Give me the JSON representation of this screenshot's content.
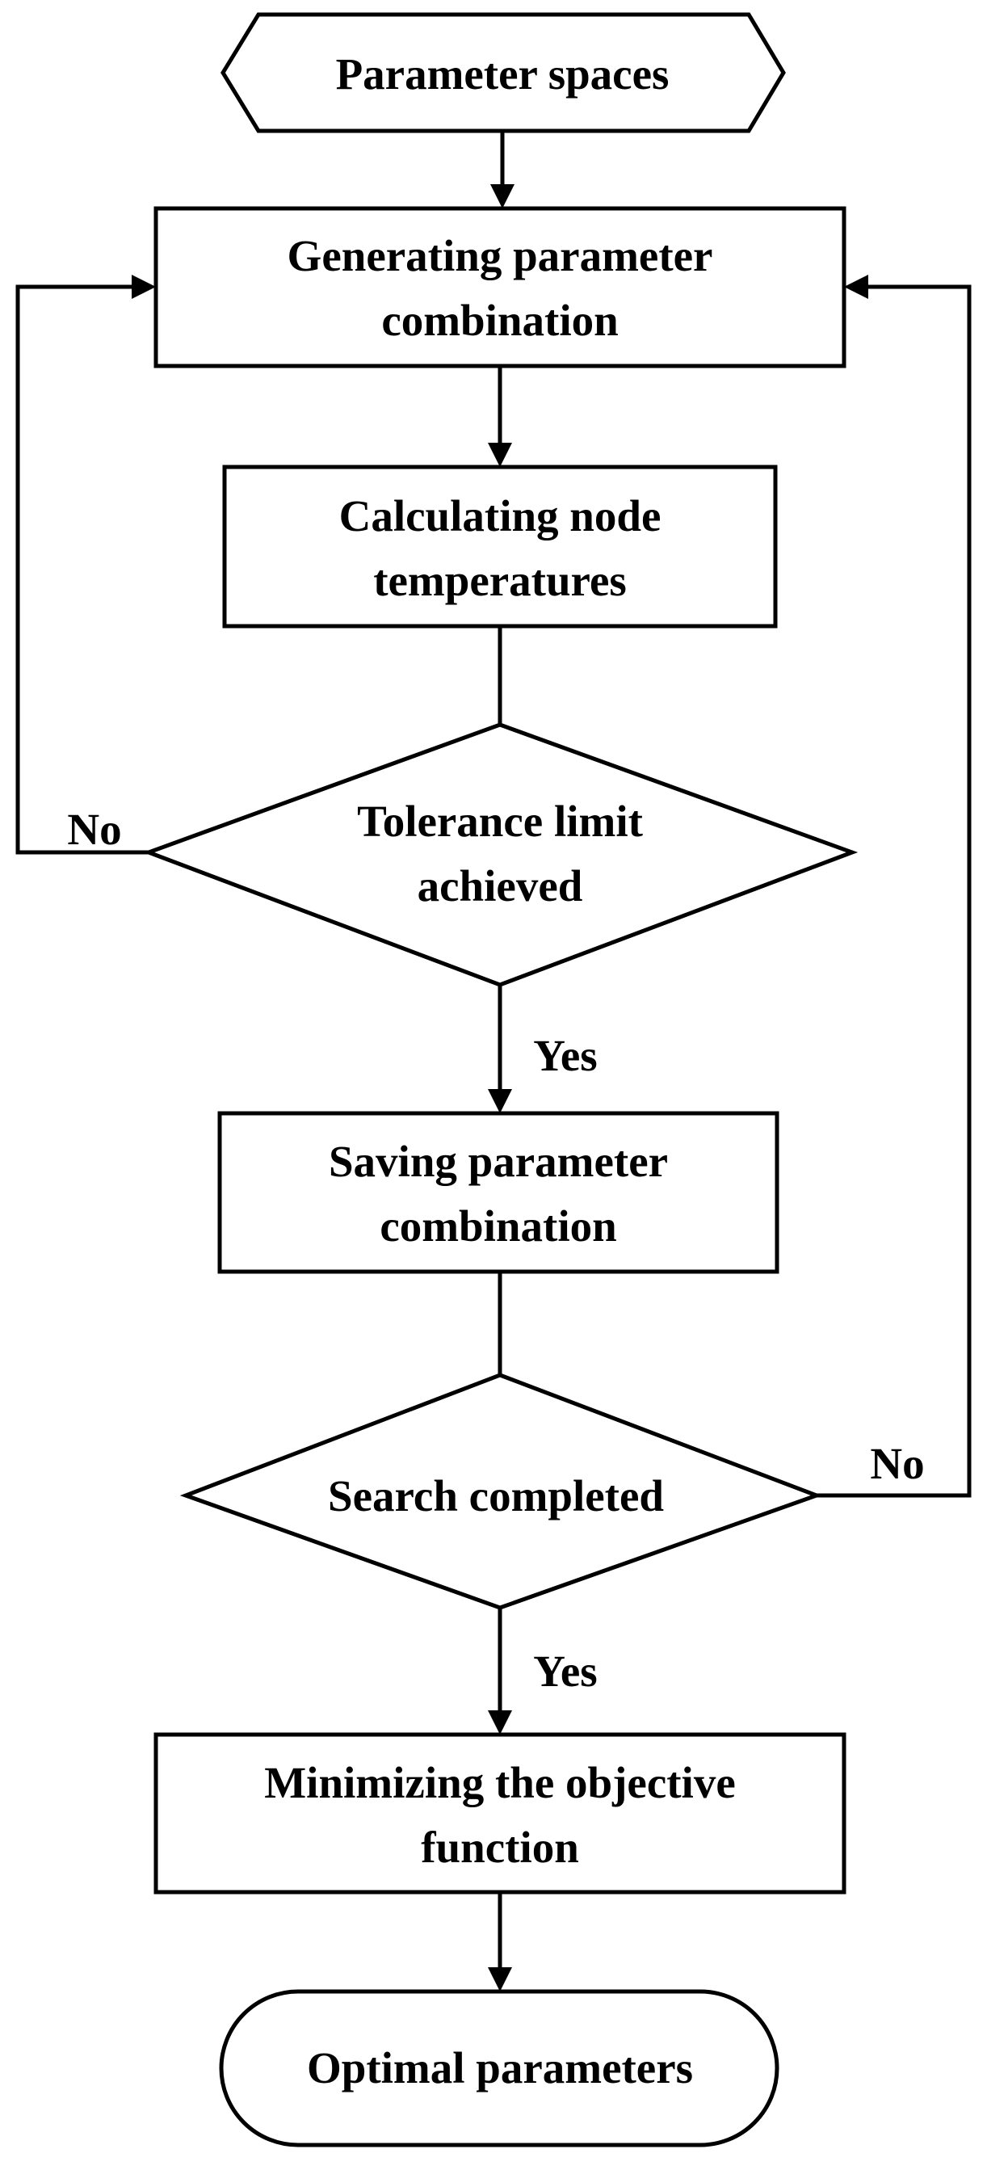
{
  "nodes": {
    "start": {
      "text": "Parameter spaces"
    },
    "generate": {
      "line1": "Generating parameter",
      "line2": "combination"
    },
    "calculate": {
      "line1": "Calculating node",
      "line2": "temperatures"
    },
    "tolerance": {
      "line1": "Tolerance limit",
      "line2": "achieved"
    },
    "save": {
      "line1": "Saving parameter",
      "line2": "combination"
    },
    "search": {
      "text": "Search completed"
    },
    "minimize": {
      "line1": "Minimizing the objective",
      "line2": "function"
    },
    "end": {
      "text": "Optimal parameters"
    }
  },
  "edges": {
    "tolerance_yes": "Yes",
    "tolerance_no": "No",
    "search_yes": "Yes",
    "search_no": "No"
  }
}
